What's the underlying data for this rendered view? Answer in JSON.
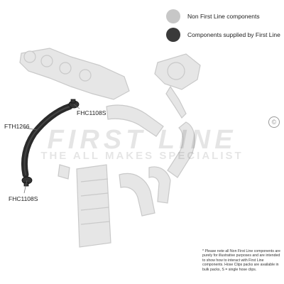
{
  "legend": {
    "non_first_line_label": "Non First Line components",
    "first_line_label": "Components supplied by First Line"
  },
  "colors": {
    "non_first_line": "#c7c7c7",
    "first_line": "#3a3a3a"
  },
  "parts": {
    "hose_code": "FTH1266",
    "clip_top_code": "FHC1108S",
    "clip_bottom_code": "FHC1108S"
  },
  "watermark": {
    "brand": "FIRST LINE",
    "tagline": "THE ALL MAKES SPECIALIST"
  },
  "copyright_symbol": "©",
  "note": "* Please note all Non First Line components are purely for illustrative purposes and are intended to show how to interact with First Line components. Hose Clips packs are available in bulk packs, S = single hose clips."
}
